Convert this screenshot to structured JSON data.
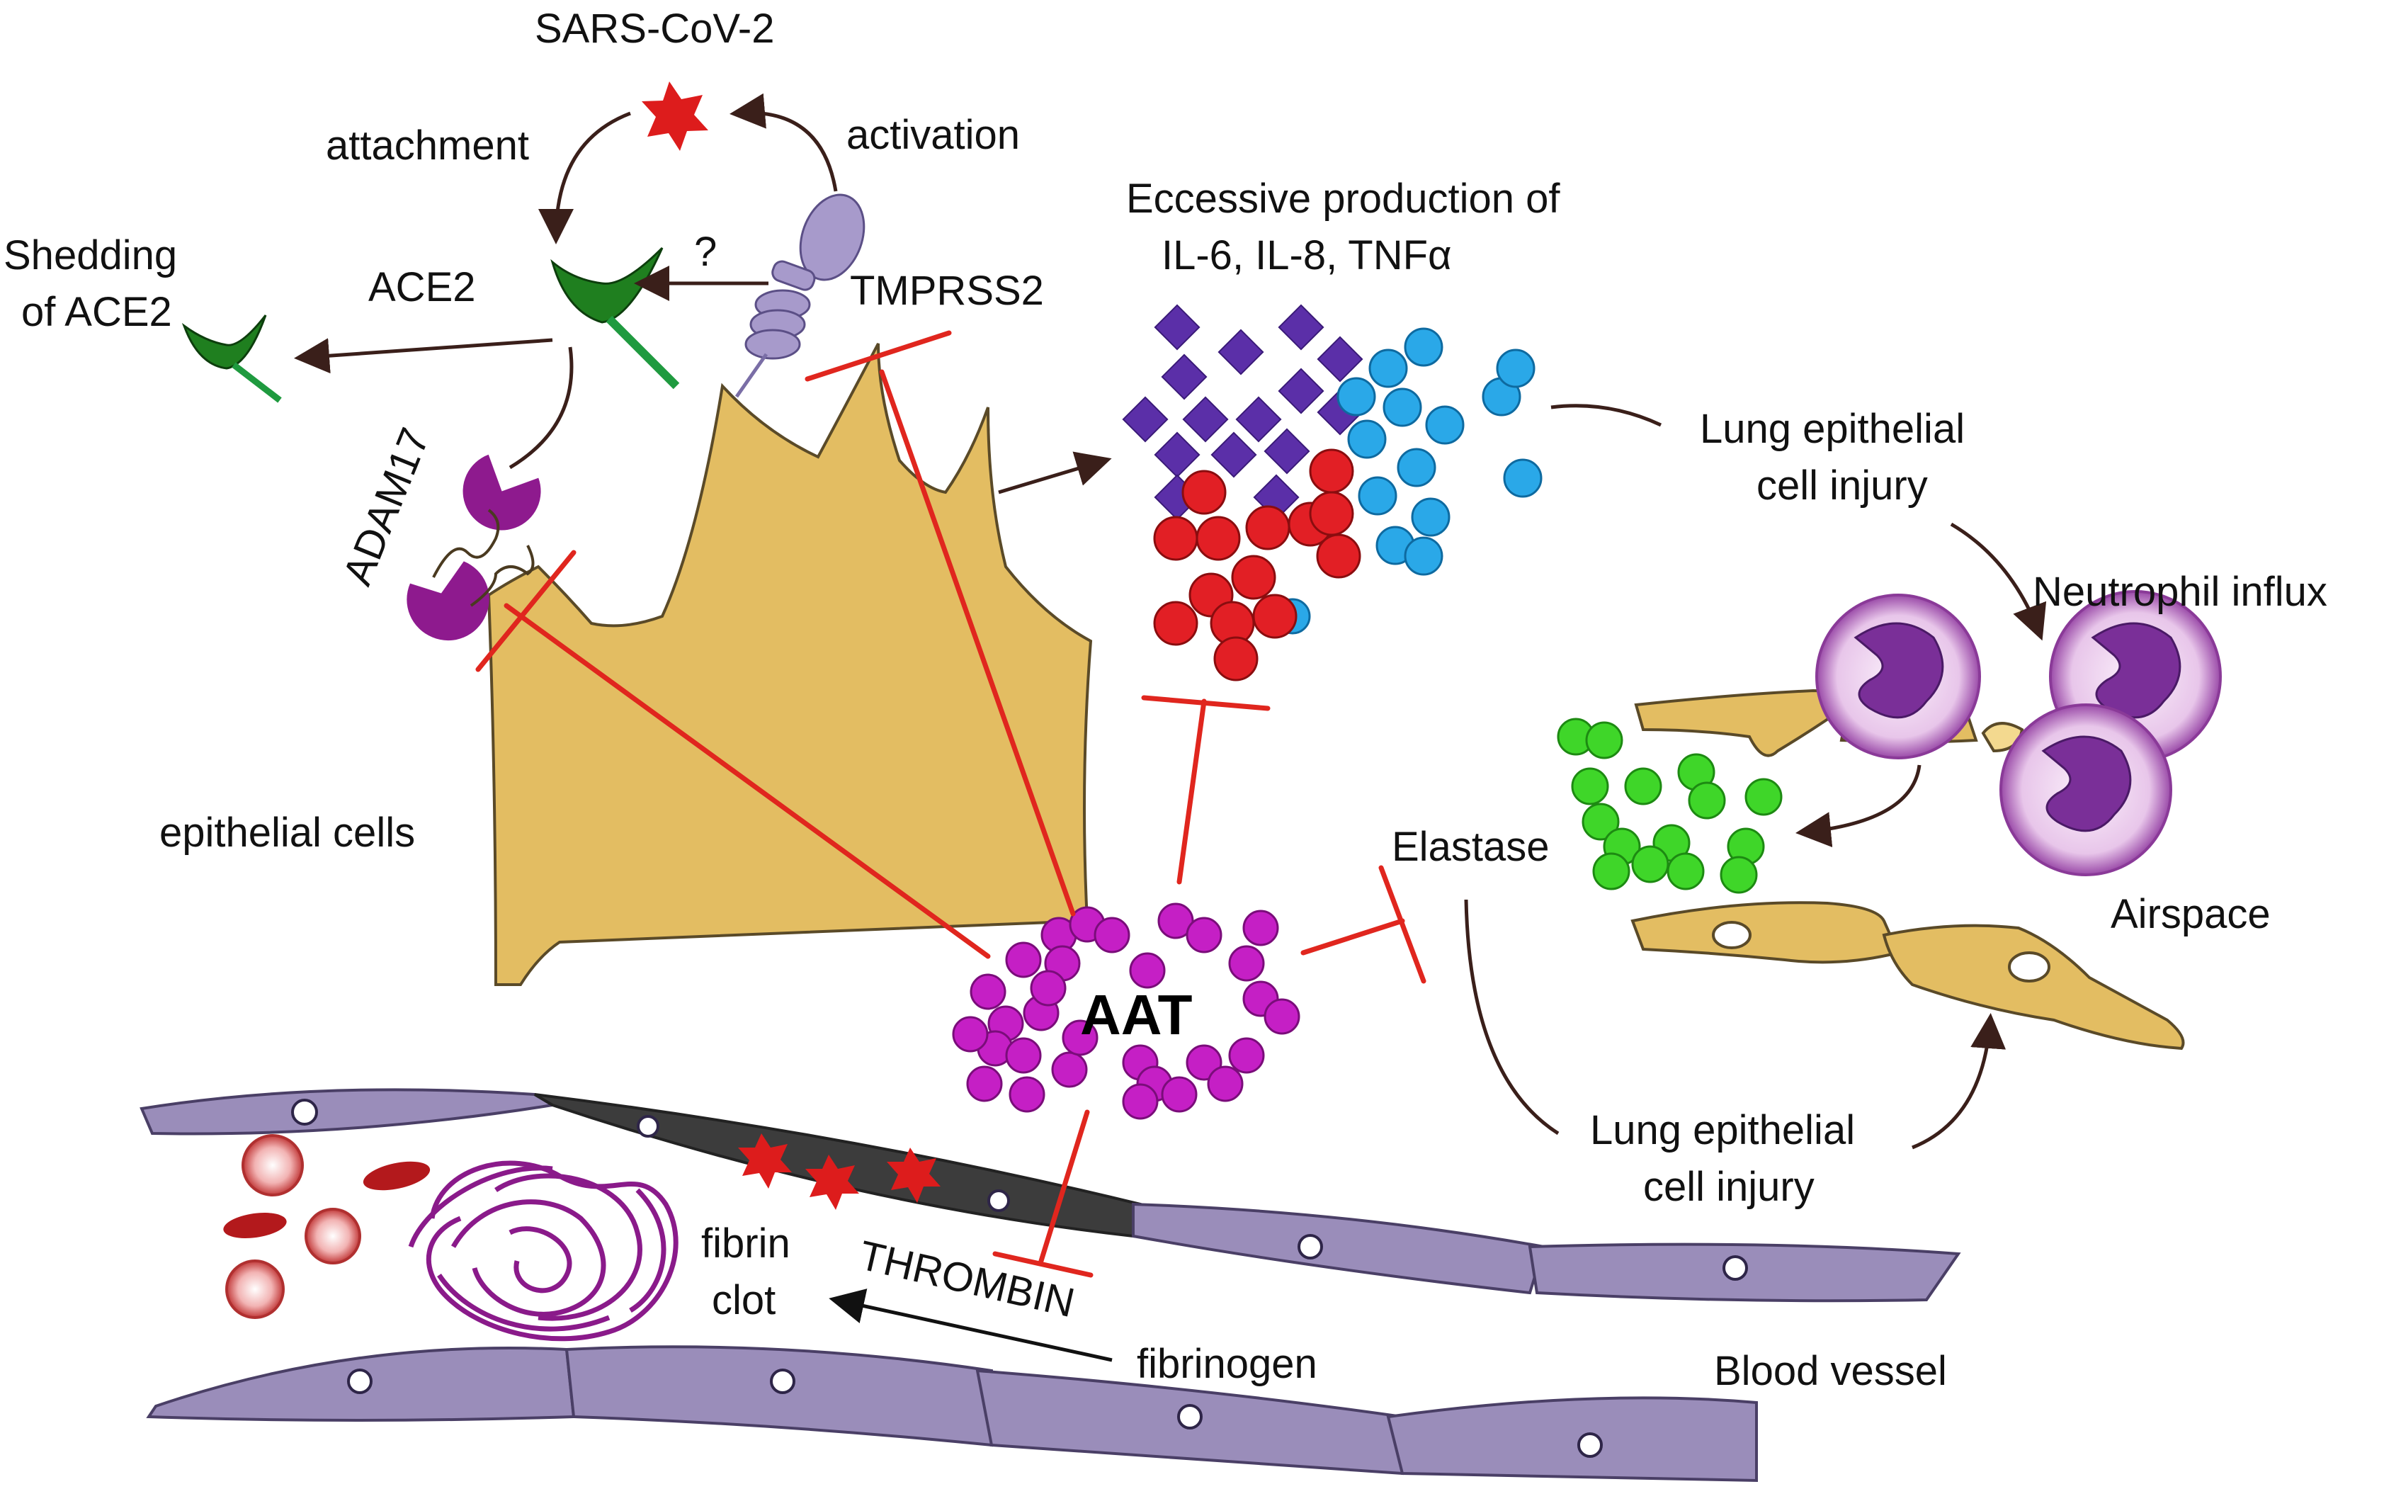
{
  "labels": {
    "sars": "SARS-CoV-2",
    "attachment": "attachment",
    "activation": "activation",
    "shedding_line1": "Shedding",
    "shedding_line2": "of ACE2",
    "ace2": "ACE2",
    "question": "?",
    "tmprss2": "TMPRSS2",
    "adam17": "ADAM17",
    "epithelial": "epithelial cells",
    "cytokines_line1": "Eccessive production of",
    "cytokines_line2": "IL-6, IL-8, TNFα",
    "injury_top_line1": "Lung epithelial",
    "injury_top_line2": "cell injury",
    "neutrophil": "Neutrophil influx",
    "elastase": "Elastase",
    "airspace": "Airspace",
    "aat": "AAT",
    "injury_bottom_line1": "Lung epithelial",
    "injury_bottom_line2": "cell injury",
    "fibrin_line1": "fibrin",
    "fibrin_line2": "clot",
    "thrombin": "THROMBIN",
    "fibrinogen": "fibrinogen",
    "blood_vessel": "Blood vessel"
  },
  "colors": {
    "virus": "#dd1c1c",
    "ace2": "#1f7f1f",
    "tmprss2": "#a79acb",
    "adam17": "#8e1a8e",
    "epithelium": "#e3bd62",
    "il6_diamond": "#5b2fa8",
    "il8_red": "#e21f25",
    "tnf_blue": "#2aa8e8",
    "elastase_green": "#3fd629",
    "aat_magenta": "#c51fc5",
    "inhibition": "#e0261e",
    "arrow": "#3a1f1a",
    "vessel": "#8e80b0",
    "clot": "#8a1a8a"
  }
}
